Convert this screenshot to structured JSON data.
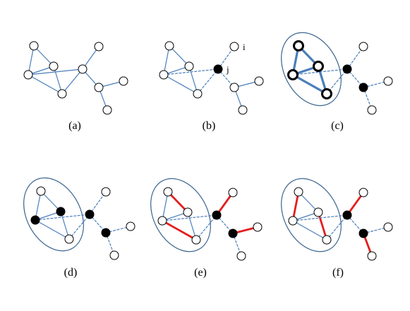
{
  "colors": {
    "edge": "#4a7ebb",
    "highlight": "#e41e1e",
    "ellipse": "#3d6790",
    "node_fill": "#ffffff",
    "node_stroke": "#000000",
    "selected_fill": "#000000"
  },
  "panels": [
    {
      "id": "a",
      "caption": "(a)",
      "node_labels": [],
      "has_cluster": false,
      "black_nodes": [],
      "thick_nodes": [],
      "edges": [
        {
          "u": 0,
          "v": 1,
          "s": "solid"
        },
        {
          "u": 0,
          "v": 2,
          "s": "solid"
        },
        {
          "u": 1,
          "v": 2,
          "s": "solid"
        },
        {
          "u": 1,
          "v": 3,
          "s": "solid"
        },
        {
          "u": 2,
          "v": 3,
          "s": "solid"
        },
        {
          "u": 2,
          "v": 4,
          "s": "solid"
        },
        {
          "u": 3,
          "v": 4,
          "s": "solid"
        },
        {
          "u": 4,
          "v": 5,
          "s": "solid"
        },
        {
          "u": 4,
          "v": 6,
          "s": "solid"
        },
        {
          "u": 6,
          "v": 7,
          "s": "solid"
        },
        {
          "u": 6,
          "v": 8,
          "s": "solid"
        }
      ]
    },
    {
      "id": "b",
      "caption": "(b)",
      "node_labels": [
        {
          "node": 5,
          "text": "i"
        },
        {
          "node": 4,
          "text": "j"
        }
      ],
      "has_cluster": false,
      "black_nodes": [
        4
      ],
      "thick_nodes": [],
      "edges": [
        {
          "u": 0,
          "v": 1,
          "s": "solid"
        },
        {
          "u": 0,
          "v": 2,
          "s": "solid"
        },
        {
          "u": 1,
          "v": 2,
          "s": "solid"
        },
        {
          "u": 1,
          "v": 3,
          "s": "solid"
        },
        {
          "u": 2,
          "v": 3,
          "s": "solid"
        },
        {
          "u": 2,
          "v": 4,
          "s": "dashed"
        },
        {
          "u": 3,
          "v": 4,
          "s": "dashed"
        },
        {
          "u": 4,
          "v": 5,
          "s": "dashed"
        },
        {
          "u": 4,
          "v": 6,
          "s": "dashed"
        },
        {
          "u": 6,
          "v": 7,
          "s": "solid"
        },
        {
          "u": 6,
          "v": 8,
          "s": "solid"
        }
      ]
    },
    {
      "id": "c",
      "caption": "(c)",
      "node_labels": [],
      "has_cluster": true,
      "black_nodes": [
        4,
        6
      ],
      "thick_nodes": [
        0,
        1,
        2,
        3
      ],
      "edges": [
        {
          "u": 0,
          "v": 1,
          "s": "thick"
        },
        {
          "u": 0,
          "v": 2,
          "s": "thick"
        },
        {
          "u": 1,
          "v": 2,
          "s": "thick"
        },
        {
          "u": 1,
          "v": 3,
          "s": "thick"
        },
        {
          "u": 2,
          "v": 3,
          "s": "thick"
        },
        {
          "u": 2,
          "v": 4,
          "s": "dashed"
        },
        {
          "u": 3,
          "v": 4,
          "s": "dashed"
        },
        {
          "u": 4,
          "v": 5,
          "s": "dashed"
        },
        {
          "u": 4,
          "v": 6,
          "s": "dashed"
        },
        {
          "u": 6,
          "v": 7,
          "s": "dashed"
        },
        {
          "u": 6,
          "v": 8,
          "s": "dashed"
        }
      ]
    },
    {
      "id": "d",
      "caption": "(d)",
      "node_labels": [],
      "has_cluster": true,
      "black_nodes": [
        1,
        2,
        4,
        6
      ],
      "thick_nodes": [],
      "edges": [
        {
          "u": 0,
          "v": 1,
          "s": "solid"
        },
        {
          "u": 0,
          "v": 2,
          "s": "solid"
        },
        {
          "u": 1,
          "v": 2,
          "s": "solid"
        },
        {
          "u": 1,
          "v": 3,
          "s": "solid"
        },
        {
          "u": 2,
          "v": 3,
          "s": "solid"
        },
        {
          "u": 2,
          "v": 4,
          "s": "dashed"
        },
        {
          "u": 3,
          "v": 4,
          "s": "dashed"
        },
        {
          "u": 4,
          "v": 5,
          "s": "dashed"
        },
        {
          "u": 4,
          "v": 6,
          "s": "dashed"
        },
        {
          "u": 6,
          "v": 7,
          "s": "dashed"
        },
        {
          "u": 6,
          "v": 8,
          "s": "dashed"
        }
      ]
    },
    {
      "id": "e",
      "caption": "(e)",
      "node_labels": [],
      "has_cluster": true,
      "black_nodes": [
        4,
        6
      ],
      "thick_nodes": [],
      "edges": [
        {
          "u": 0,
          "v": 1,
          "s": "red"
        },
        {
          "u": 0,
          "v": 2,
          "s": "solid"
        },
        {
          "u": 1,
          "v": 2,
          "s": "solid"
        },
        {
          "u": 1,
          "v": 3,
          "s": "solid"
        },
        {
          "u": 2,
          "v": 3,
          "s": "red"
        },
        {
          "u": 2,
          "v": 4,
          "s": "dashed"
        },
        {
          "u": 3,
          "v": 4,
          "s": "dashed"
        },
        {
          "u": 4,
          "v": 5,
          "s": "red"
        },
        {
          "u": 4,
          "v": 6,
          "s": "dashed"
        },
        {
          "u": 6,
          "v": 7,
          "s": "red"
        },
        {
          "u": 6,
          "v": 8,
          "s": "dashed"
        }
      ]
    },
    {
      "id": "f",
      "caption": "(f)",
      "node_labels": [],
      "has_cluster": true,
      "black_nodes": [
        4,
        6
      ],
      "thick_nodes": [],
      "edges": [
        {
          "u": 0,
          "v": 1,
          "s": "solid"
        },
        {
          "u": 0,
          "v": 2,
          "s": "red"
        },
        {
          "u": 1,
          "v": 2,
          "s": "solid"
        },
        {
          "u": 1,
          "v": 3,
          "s": "red"
        },
        {
          "u": 2,
          "v": 3,
          "s": "solid"
        },
        {
          "u": 2,
          "v": 4,
          "s": "dashed"
        },
        {
          "u": 3,
          "v": 4,
          "s": "dashed"
        },
        {
          "u": 4,
          "v": 5,
          "s": "red"
        },
        {
          "u": 4,
          "v": 6,
          "s": "dashed"
        },
        {
          "u": 6,
          "v": 7,
          "s": "dashed"
        },
        {
          "u": 6,
          "v": 8,
          "s": "red"
        }
      ]
    }
  ]
}
